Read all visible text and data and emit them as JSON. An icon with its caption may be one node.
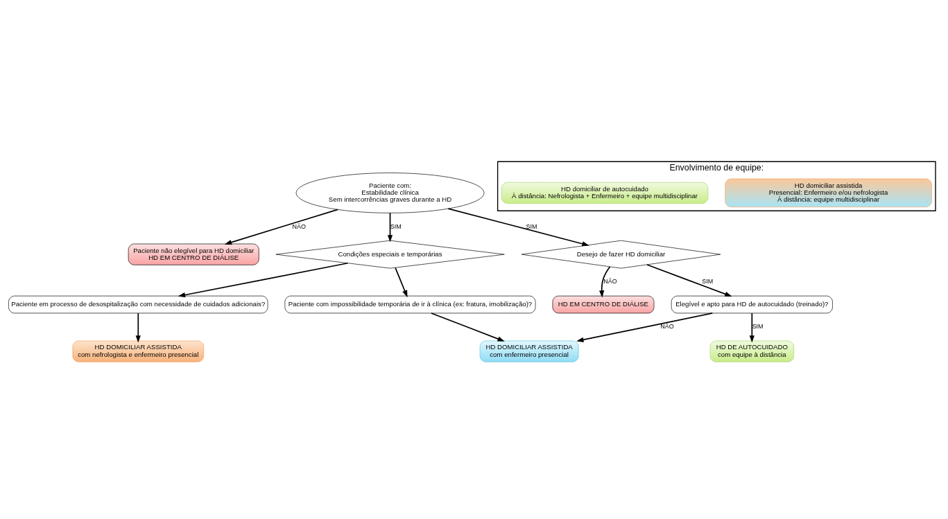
{
  "diagram": {
    "nodes": [
      {
        "text": [
          "Paciente com:",
          "Estabilidade clínica",
          "Sem intercorrências graves durante a HD"
        ]
      },
      {
        "text": [
          "Paciente não elegível para HD domiciliar",
          "HD EM CENTRO DE DIÁLISE"
        ]
      },
      {
        "text": [
          "Condições especiais e temporárias"
        ]
      },
      {
        "text": [
          "Paciente em processo de desospitalização com necessidade de cuidados adicionais?"
        ]
      },
      {
        "text": [
          "Desejo de fazer HD domiciliar"
        ]
      },
      {
        "text": [
          "HD EM CENTRO DE DIÁLISE"
        ]
      },
      {
        "text": [
          "HD DOMICILIAR ASSISTIDA",
          "com nefrologista e enfermeiro presencial"
        ]
      },
      {
        "text": [
          "Paciente com impossibilidade temporária de ir à clínica (ex: fratura, imobilização)?"
        ]
      },
      {
        "text": [
          "Elegível e apto para HD de autocuidado (treinado)?"
        ]
      },
      {
        "text": [
          "HD DE AUTOCUIDADO",
          "com equipe à distância"
        ]
      },
      {
        "text": [
          "HD DOMICILIAR ASSISTIDA",
          "com enfermeiro presencial"
        ]
      },
      {
        "text": [
          "Envolvimento de equipe:"
        ]
      },
      {
        "text": [
          "HD domiciliar assistida",
          "Presencial: Enfermeiro e/ou nefrologista",
          "À distância: equipe multidisciplinar"
        ],
        "in": 11
      },
      {
        "text": [
          "HD domiciliar de autocuidado",
          "À distância: Nefrologista + Enfermeiro + equipe multidisciplinar"
        ],
        "in": 11
      }
    ],
    "edges": [
      {
        "from": 0,
        "to": 1,
        "arrow": "to",
        "label": "NÃO"
      },
      {
        "from": 0,
        "to": 2,
        "arrow": "to",
        "label": "SIM"
      },
      {
        "from": 0,
        "to": 4,
        "arrow": "to",
        "label": "SIM"
      },
      {
        "from": 2,
        "to": 3,
        "arrow": "to"
      },
      {
        "from": 3,
        "to": 6,
        "arrow": "to"
      },
      {
        "from": 2,
        "to": 7,
        "arrow": "to"
      },
      {
        "from": 7,
        "to": 10,
        "arrow": "to"
      },
      {
        "from": 4,
        "to": 5,
        "arrow": "to",
        "label": "NÃO"
      },
      {
        "from": 4,
        "to": 8,
        "arrow": "to",
        "label": "SIM"
      },
      {
        "from": 8,
        "to": 9,
        "arrow": "to",
        "label": "SIM"
      },
      {
        "from": 8,
        "to": 10,
        "arrow": "to",
        "label": "NÃO"
      }
    ]
  }
}
